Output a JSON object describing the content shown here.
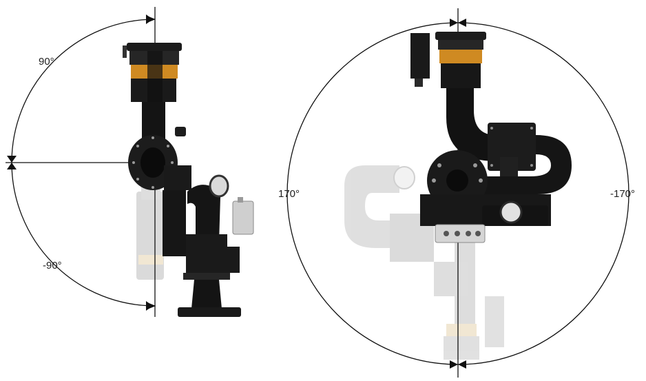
{
  "left_view": {
    "labels": {
      "upper_angle": "90°",
      "lower_angle": "-90°"
    }
  },
  "right_view": {
    "labels": {
      "left_angle": "170°",
      "right_angle": "-170°"
    }
  },
  "colors": {
    "line": "#111111",
    "body": "#141414",
    "ghost": "#c9c9c9",
    "band": "#d68a1e",
    "ghost_band": "#e6d4b0"
  }
}
